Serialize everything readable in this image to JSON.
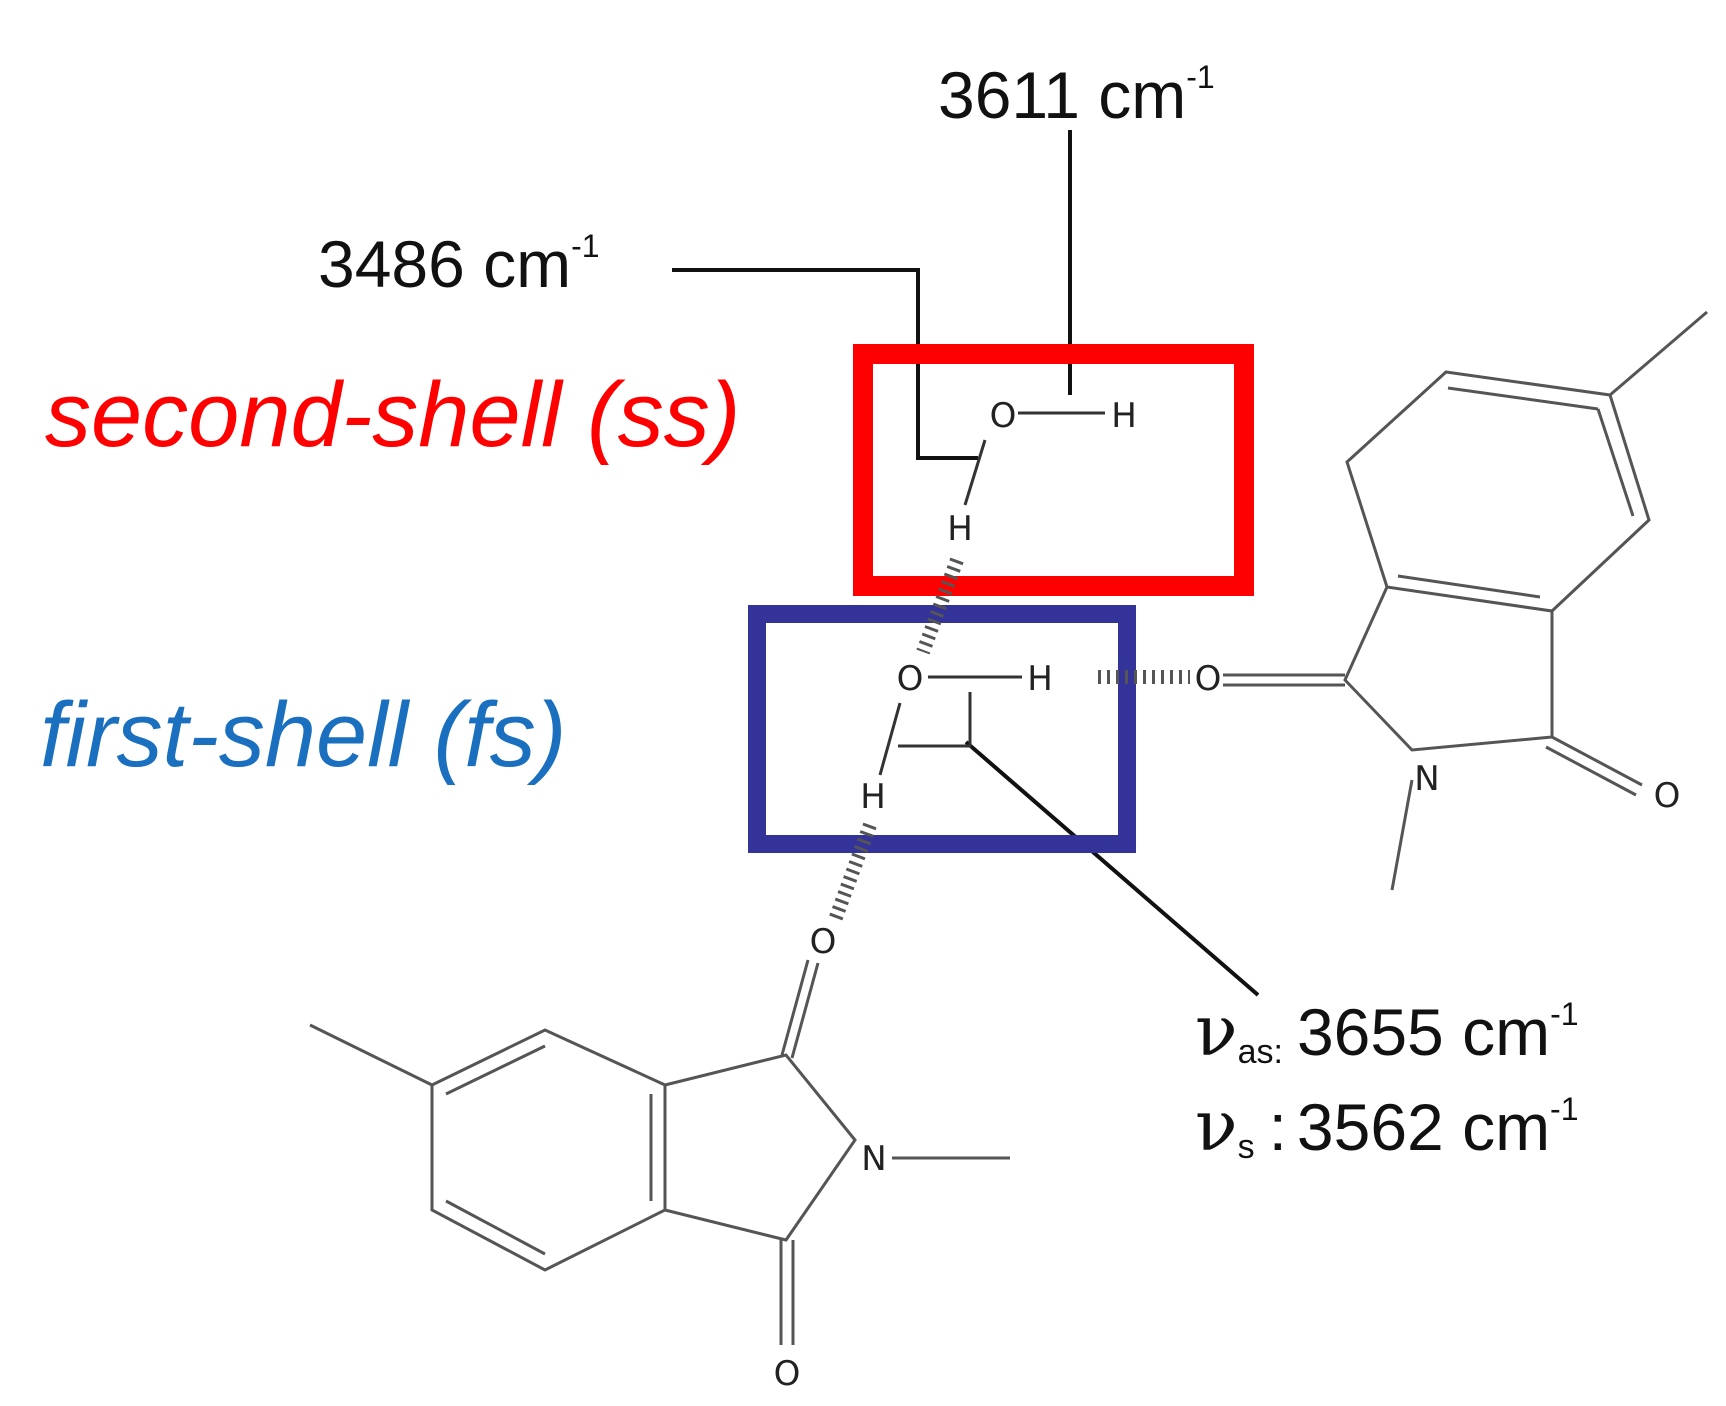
{
  "labels": {
    "freq_top": {
      "value": "3611 cm",
      "sup": "-1"
    },
    "freq_left": {
      "value": "3486 cm",
      "sup": "-1"
    },
    "second_shell": "second-shell (ss)",
    "first_shell": "first-shell (fs)",
    "nu_as": {
      "symbol": "ν",
      "sub": "as",
      "sep": ":",
      "value": "3655 cm",
      "sup": "-1"
    },
    "nu_s": {
      "symbol": "ν",
      "sub": "s",
      "sep": ":",
      "value": "3562 cm",
      "sup": "-1"
    }
  },
  "atoms": {
    "oxygen": "O",
    "hydrogen": "H",
    "nitrogen": "N"
  },
  "colors": {
    "second_shell": "#ff0000",
    "first_shell": "#1a6fbf",
    "first_shell_box": "#33339a",
    "bond": "#555555",
    "leader": "#111111"
  }
}
